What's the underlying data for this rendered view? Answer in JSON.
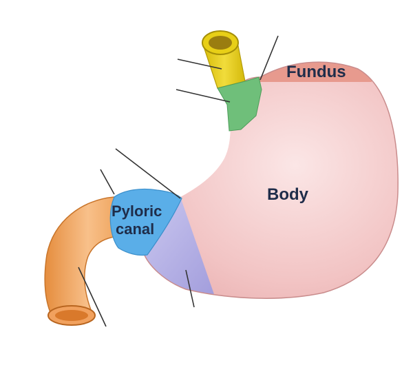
{
  "labels": {
    "fundus": "Fundus",
    "body": "Body",
    "pyloric_canal_line1": "Pyloric",
    "pyloric_canal_line2": "canal"
  },
  "colors": {
    "esophagus": "#e8cf17",
    "cardia": "#6fbf7a",
    "fundus": "#e79a8e",
    "body": "#f4c6c6",
    "pyloric_antrum": "#b7b3e6",
    "pyloric_canal": "#5aaee8",
    "duodenum": "#f0a15a",
    "leader_line": "#333333",
    "label_text": "#1f2d4a"
  }
}
